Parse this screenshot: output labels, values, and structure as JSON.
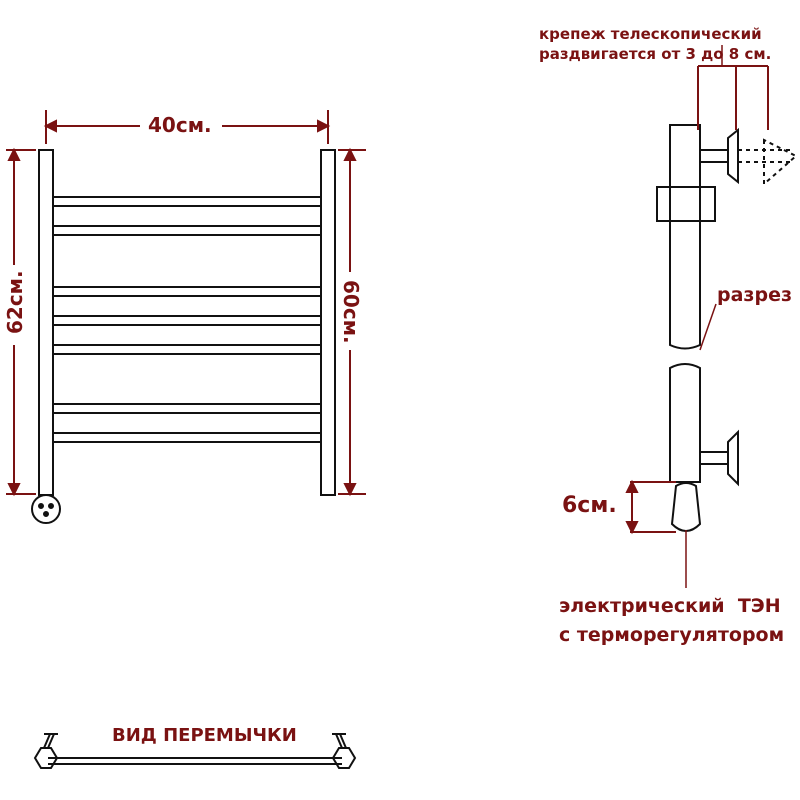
{
  "colors": {
    "dimension": "#7a1212",
    "outline": "#111111",
    "label": "#111111"
  },
  "dimensions": {
    "width": "40см.",
    "height_left": "62см.",
    "height_right": "60см.",
    "heater_height": "6см."
  },
  "labels": {
    "mount_line1": "крепеж телескопический",
    "mount_line2": "раздвигается от 3 до 8 см.",
    "cut": "разрез",
    "heater_line1": "электрический  ТЭН",
    "heater_line2": "с терморегулятором",
    "jumper_view": "ВИД ПЕРЕМЫЧКИ"
  }
}
